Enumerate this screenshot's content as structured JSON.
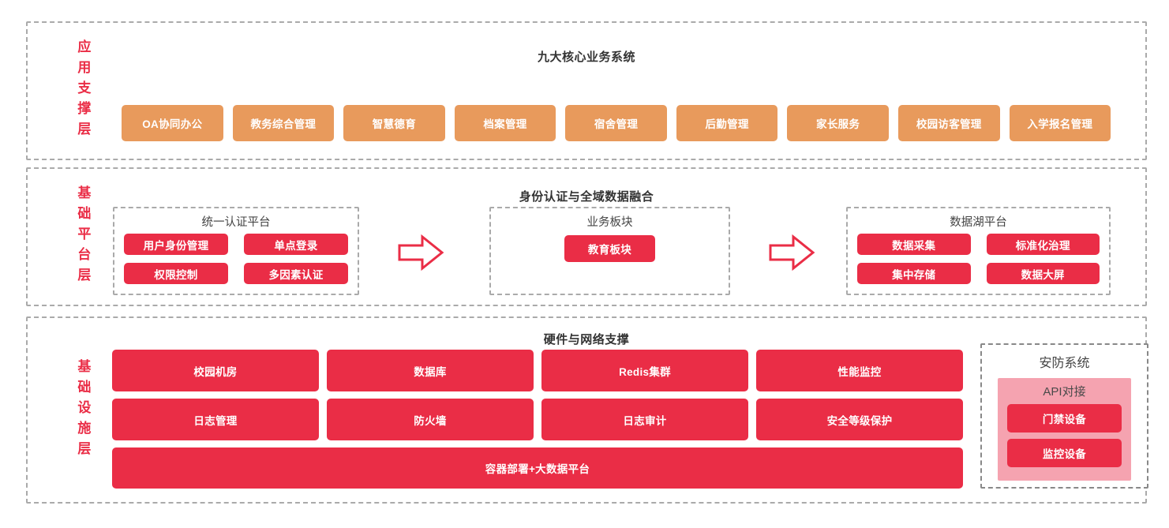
{
  "colors": {
    "accent_red": "#ea2d46",
    "accent_orange": "#e89a5c",
    "pink_panel": "#f5a3b0",
    "dashed_border": "#aaaaaa",
    "title_text": "#333333"
  },
  "layers": [
    {
      "id": "application-support",
      "label": "应用支撑层",
      "title": "九大核心业务系统",
      "items": [
        "OA协同办公",
        "教务综合管理",
        "智慧德育",
        "档案管理",
        "宿舍管理",
        "后勤管理",
        "家长服务",
        "校园访客管理",
        "入学报名管理"
      ]
    },
    {
      "id": "base-platform",
      "label": "基础平台层",
      "title": "身份认证与全域数据融合",
      "groups": [
        {
          "id": "unified-auth",
          "title": "统一认证平台",
          "items": [
            "用户身份管理",
            "单点登录",
            "权限控制",
            "多因素认证"
          ]
        },
        {
          "id": "business-segment",
          "title": "业务板块",
          "items": [
            "教育板块"
          ]
        },
        {
          "id": "data-lake",
          "title": "数据湖平台",
          "items": [
            "数据采集",
            "标准化治理",
            "集中存储",
            "数据大屏"
          ]
        }
      ],
      "arrows": [
        "arrow-right-1",
        "arrow-right-2"
      ]
    },
    {
      "id": "infrastructure",
      "label": "基础设施层",
      "title": "硬件与网络支撑",
      "grid_items": [
        "校园机房",
        "数据库",
        "Redis集群",
        "性能监控",
        "日志管理",
        "防火墙",
        "日志审计",
        "安全等级保护"
      ],
      "wide_item": "容器部署+大数据平台",
      "security": {
        "title": "安防系统",
        "api_title": "API对接",
        "items": [
          "门禁设备",
          "监控设备"
        ]
      }
    }
  ]
}
